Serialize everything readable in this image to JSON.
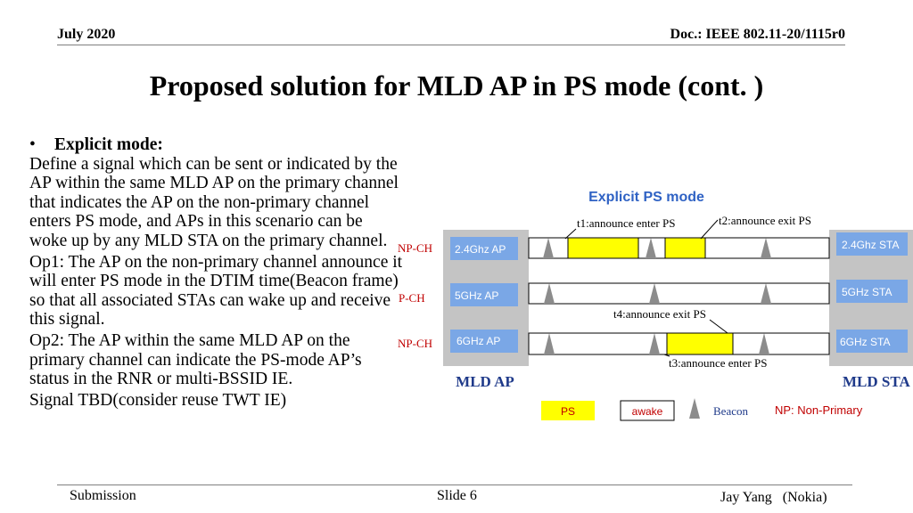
{
  "header": {
    "date": "July 2020",
    "doc": "Doc.: IEEE 802.11-20/1115r0"
  },
  "title": "Proposed solution for MLD AP in PS mode (cont. )",
  "body": {
    "bullet_label": "Explicit mode:",
    "paragraphs": [
      "Define a signal which can be sent or indicated by the AP within the same MLD AP on the primary channel that indicates the AP on the non-primary channel enters PS mode, and APs in this scenario can be  woke up by any MLD STA on the primary channel.",
      "Op1: The AP on the non-primary channel announce it will enter PS mode in the DTIM time(Beacon frame) so that all associated STAs can wake up and receive this signal.",
      "Op2: The AP within the same MLD AP on the primary channel can indicate the PS-mode AP’s status in the RNR or multi-BSSID IE.",
      "Signal TBD(consider reuse TWT IE)"
    ]
  },
  "diagram": {
    "title": "Explicit PS mode",
    "channels": [
      "NP-CH",
      "P-CH",
      "NP-CH"
    ],
    "ap_boxes": [
      "2.4Ghz AP",
      "5GHz AP",
      "6GHz AP"
    ],
    "sta_boxes": [
      "2.4Ghz STA",
      "5GHz STA",
      "6GHz STA"
    ],
    "annotations": {
      "t1": "t1:announce  enter PS",
      "t2": "t2:announce  exit PS",
      "t3": "t3:announce  enter PS",
      "t4": "t4:announce  exit PS"
    },
    "mld_ap": "MLD AP",
    "mld_sta": "MLD STA",
    "legend": {
      "ps": "PS",
      "awake": "awake",
      "beacon": "Beacon",
      "np": "NP: Non-Primary"
    },
    "colors": {
      "ps": "#ffff00",
      "box": "#7aa7e6",
      "panel": "#c4c4c4",
      "title": "#2f62c4",
      "label_red": "#c00000",
      "mld": "#1f3a8a"
    }
  },
  "footer": {
    "left": "Submission",
    "center": "Slide 6",
    "right": "Jay Yang   (Nokia)"
  }
}
